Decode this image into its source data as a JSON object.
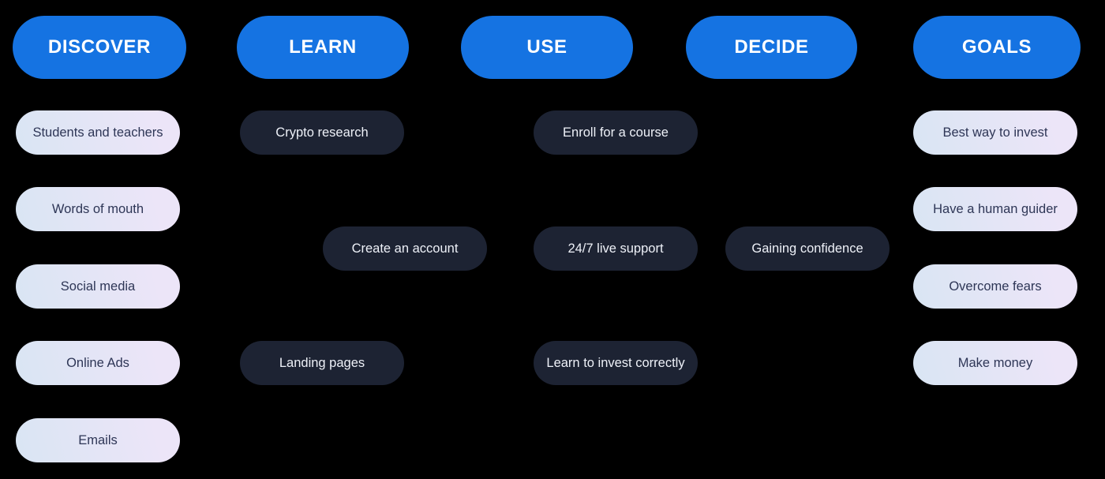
{
  "colors": {
    "background": "#000000",
    "stage_pill": "#1573e2",
    "stage_text": "#ffffff",
    "dark_pill": "#1d2333",
    "dark_pill_text": "#eef1f8",
    "light_pill_gradient_start": "#d9e5f3",
    "light_pill_gradient_end": "#ece5f8",
    "light_pill_text": "#2e3656"
  },
  "columns": [
    {
      "id": "discover",
      "header": "DISCOVER",
      "items": [
        {
          "label": "Students and teachers",
          "variant": "light"
        },
        {
          "label": "Words of mouth",
          "variant": "light"
        },
        {
          "label": "Social media",
          "variant": "light"
        },
        {
          "label": "Online Ads",
          "variant": "light"
        },
        {
          "label": "Emails",
          "variant": "light"
        }
      ]
    },
    {
      "id": "learn",
      "header": "LEARN",
      "items": [
        {
          "label": "Crypto research",
          "variant": "dark"
        },
        {
          "label": "Create an account",
          "variant": "dark"
        },
        {
          "label": "Landing pages",
          "variant": "dark"
        }
      ]
    },
    {
      "id": "use",
      "header": "USE",
      "items": [
        {
          "label": "Enroll for a course",
          "variant": "dark"
        },
        {
          "label": "24/7 live support",
          "variant": "dark"
        },
        {
          "label": "Learn to invest correctly",
          "variant": "dark"
        }
      ]
    },
    {
      "id": "decide",
      "header": "DECIDE",
      "items": [
        {
          "label": "Gaining confidence",
          "variant": "dark"
        }
      ]
    },
    {
      "id": "goals",
      "header": "GOALS",
      "items": [
        {
          "label": "Best way to invest",
          "variant": "light"
        },
        {
          "label": "Have a human guider",
          "variant": "light"
        },
        {
          "label": "Overcome fears",
          "variant": "light"
        },
        {
          "label": "Make money",
          "variant": "light"
        }
      ]
    }
  ]
}
